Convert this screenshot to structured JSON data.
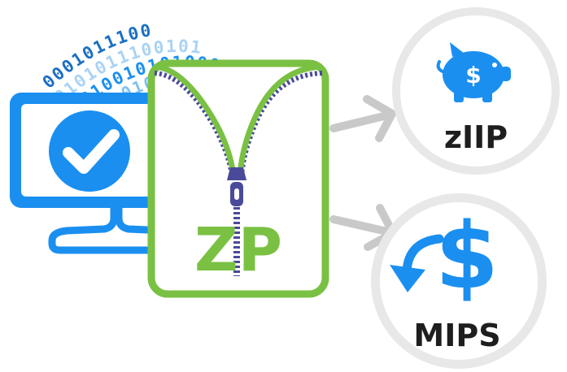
{
  "zip_card": {
    "label": "ZP"
  },
  "ziip_circle": {
    "label": "zIIP",
    "icon": "piggy-bank-icon"
  },
  "mips_circle": {
    "label": "MIPS",
    "icon": "dollar-down-arrow-icon"
  },
  "binary_stream": {
    "rows": [
      "0001011100",
      "0101011100101",
      "1010010101000",
      "01101010100"
    ]
  },
  "colors": {
    "monitor_blue": "#1a8ff0",
    "zip_green": "#7ac143",
    "zipper_purple": "#4a4a9a",
    "circle_gray": "#e8e8e8",
    "arrow_gray": "#c9c9c9",
    "text_dark": "#1e1e1e",
    "bits_dark": "#1a6fc4",
    "bits_light": "#a9d3f5"
  }
}
